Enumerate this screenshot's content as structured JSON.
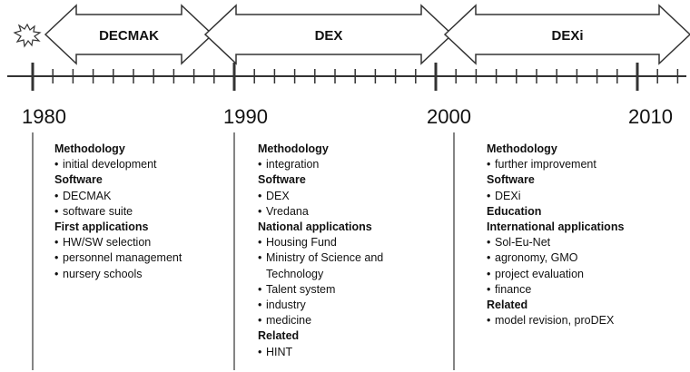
{
  "periods": [
    {
      "label": "DECMAK"
    },
    {
      "label": "DEX"
    },
    {
      "label": "DEXi"
    }
  ],
  "year_labels": [
    "1980",
    "1990",
    "2000",
    "2010"
  ],
  "columns": [
    {
      "entries": [
        {
          "kind": "head",
          "text": "Methodology"
        },
        {
          "kind": "item",
          "text": "initial development"
        },
        {
          "kind": "head",
          "text": "Software"
        },
        {
          "kind": "item",
          "text": "DECMAK"
        },
        {
          "kind": "item",
          "text": "software suite"
        },
        {
          "kind": "head",
          "text": "First applications"
        },
        {
          "kind": "item",
          "text": "HW/SW selection"
        },
        {
          "kind": "item",
          "text": "personnel management"
        },
        {
          "kind": "item",
          "text": "nursery schools"
        }
      ]
    },
    {
      "entries": [
        {
          "kind": "head",
          "text": "Methodology"
        },
        {
          "kind": "item",
          "text": "integration"
        },
        {
          "kind": "head",
          "text": "Software"
        },
        {
          "kind": "item",
          "text": "DEX"
        },
        {
          "kind": "item",
          "text": "Vredana"
        },
        {
          "kind": "head",
          "text": "National applications"
        },
        {
          "kind": "item",
          "text": "Housing Fund"
        },
        {
          "kind": "item",
          "text": "Ministry of Science and"
        },
        {
          "kind": "cont",
          "text": "Technology"
        },
        {
          "kind": "item",
          "text": "Talent system"
        },
        {
          "kind": "item",
          "text": "industry"
        },
        {
          "kind": "item",
          "text": "medicine"
        },
        {
          "kind": "head",
          "text": "Related"
        },
        {
          "kind": "item",
          "text": "HINT"
        }
      ]
    },
    {
      "entries": [
        {
          "kind": "head",
          "text": "Methodology"
        },
        {
          "kind": "item",
          "text": "further improvement"
        },
        {
          "kind": "head",
          "text": "Software"
        },
        {
          "kind": "item",
          "text": "DEXi"
        },
        {
          "kind": "head",
          "text": "Education"
        },
        {
          "kind": "head",
          "text": "International applications"
        },
        {
          "kind": "item",
          "text": "Sol-Eu-Net"
        },
        {
          "kind": "item",
          "text": "agronomy, GMO"
        },
        {
          "kind": "item",
          "text": "project evaluation"
        },
        {
          "kind": "item",
          "text": "finance"
        },
        {
          "kind": "head",
          "text": "Related"
        },
        {
          "kind": "item",
          "text": "model revision, proDEX"
        }
      ]
    }
  ],
  "bullet": "•",
  "colors": {
    "stroke": "#333333",
    "text": "#111111"
  },
  "icons": [
    "starburst-icon"
  ]
}
